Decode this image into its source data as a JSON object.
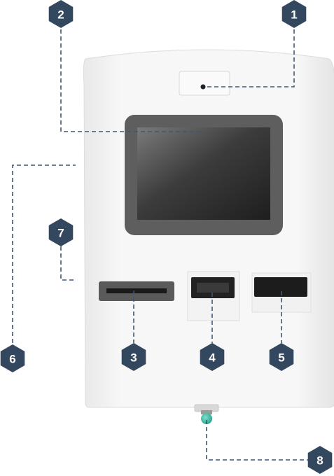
{
  "colors": {
    "badge": "#33475f",
    "leader_line": "#3f5775",
    "kiosk_body": "#f4f4f4",
    "screen_bezel": "#5a5a5a",
    "button_green": "#2bb39a"
  },
  "callouts": [
    {
      "number": "1",
      "target": "camera"
    },
    {
      "number": "2",
      "target": "touch-screen"
    },
    {
      "number": "3",
      "target": "card-slot"
    },
    {
      "number": "4",
      "target": "scanner-slot"
    },
    {
      "number": "5",
      "target": "receipt-printer-slot"
    },
    {
      "number": "6",
      "target": "kiosk-side"
    },
    {
      "number": "7",
      "target": "kiosk-side-lower"
    },
    {
      "number": "8",
      "target": "green-button"
    }
  ]
}
